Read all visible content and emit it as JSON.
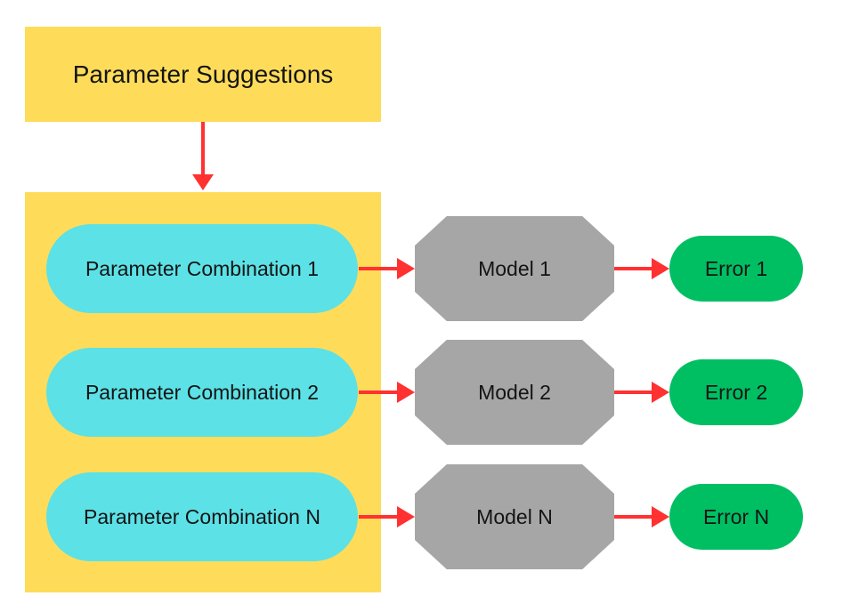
{
  "diagram": {
    "source_label": "Parameter Suggestions",
    "rows": [
      {
        "combination": "Parameter Combination 1",
        "model": "Model 1",
        "error": "Error 1"
      },
      {
        "combination": "Parameter Combination 2",
        "model": "Model 2",
        "error": "Error 2"
      },
      {
        "combination": "Parameter Combination N",
        "model": "Model N",
        "error": "Error N"
      }
    ]
  },
  "colors": {
    "yellow_box": "#fedc5a",
    "cyan_pill": "#5ce1e6",
    "gray_octagon": "#a6a6a6",
    "green_pill": "#00bf63",
    "arrow_red": "#ff3131"
  }
}
